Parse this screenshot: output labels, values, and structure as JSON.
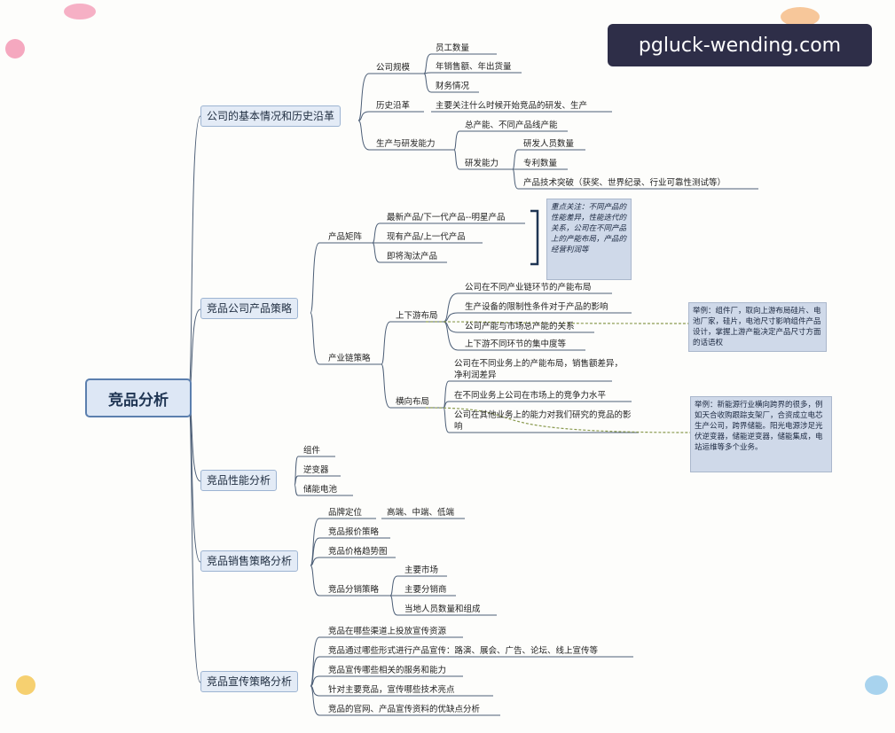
{
  "watermark": "pgluck-wending.com",
  "root": "竞品分析",
  "sections": [
    {
      "label": "公司的基本情况和历史沿革",
      "children": [
        {
          "label": "公司规模",
          "children": [
            {
              "label": "员工数量"
            },
            {
              "label": "年销售额、年出货量"
            },
            {
              "label": "财务情况"
            }
          ]
        },
        {
          "label": "历史沿革",
          "children": [
            {
              "label": "主要关注什么时候开始竞品的研发、生产"
            }
          ]
        },
        {
          "label": "生产与研发能力",
          "children": [
            {
              "label": "总产能、不同产品线产能"
            },
            {
              "label": "研发能力",
              "children": [
                {
                  "label": "研发人员数量"
                },
                {
                  "label": "专利数量"
                },
                {
                  "label": "产品技术突破（获奖、世界纪录、行业可靠性测试等）"
                }
              ]
            }
          ]
        }
      ]
    },
    {
      "label": "竞品公司产品策略",
      "children": [
        {
          "label": "产品矩阵",
          "children": [
            {
              "label": "最新产品/下一代产品--明星产品"
            },
            {
              "label": "现有产品/上一代产品"
            },
            {
              "label": "即将淘汰产品"
            }
          ]
        },
        {
          "label": "产业链策略",
          "children": [
            {
              "label": "上下游布局",
              "children": [
                {
                  "label": "公司在不同产业链环节的产能布局"
                },
                {
                  "label": "生产设备的限制性条件对于产品的影响"
                },
                {
                  "label": "公司产能与市场总产能的关系"
                },
                {
                  "label": "上下游不同环节的集中度等"
                }
              ]
            },
            {
              "label": "横向布局",
              "children": [
                {
                  "label": "公司在不同业务上的产能布局，销售额差异，净利润差异"
                },
                {
                  "label": "在不同业务上公司在市场上的竞争力水平"
                },
                {
                  "label": "公司在其他业务上的能力对我们研究的竞品的影响"
                }
              ]
            }
          ]
        }
      ]
    },
    {
      "label": "竞品性能分析",
      "children": [
        {
          "label": "组件"
        },
        {
          "label": "逆变器"
        },
        {
          "label": "储能电池"
        }
      ]
    },
    {
      "label": "竞品销售策略分析",
      "children": [
        {
          "label": "品牌定位",
          "children": [
            {
              "label": "高端、中端、低端"
            }
          ]
        },
        {
          "label": "竞品报价策略"
        },
        {
          "label": "竞品价格趋势图"
        },
        {
          "label": "竞品分销策略",
          "children": [
            {
              "label": "主要市场"
            },
            {
              "label": "主要分销商"
            },
            {
              "label": "当地人员数量和组成"
            }
          ]
        }
      ]
    },
    {
      "label": "竞品宣传策略分析",
      "children": [
        {
          "label": "竞品在哪些渠道上投放宣传资源"
        },
        {
          "label": "竞品通过哪些形式进行产品宣传：路演、展会、广告、论坛、线上宣传等"
        },
        {
          "label": "竞品宣传哪些相关的服务和能力"
        },
        {
          "label": "针对主要竞品，宣传哪些技术亮点"
        },
        {
          "label": "竞品的官网、产品宣传资料的优缺点分析"
        }
      ]
    }
  ],
  "notes": {
    "matrix": "重点关注：不同产品的性能差异，性能迭代的关系，公司在不同产品上的产能布局，产品的经营利润等",
    "updown": "举例：组件厂，取向上游布局硅片、电池厂家，硅片，电池尺寸影响组件产品设计，掌握上游产能决定产品尺寸方面的话语权",
    "horizontal": "举例：新能源行业横向跨界的很多，例如天合收购跟踪支架厂，合资成立电芯生产公司，跨界储能。阳光电源涉足光伏逆变器，储能逆变器，储能集成，电站运维等多个业务。"
  }
}
